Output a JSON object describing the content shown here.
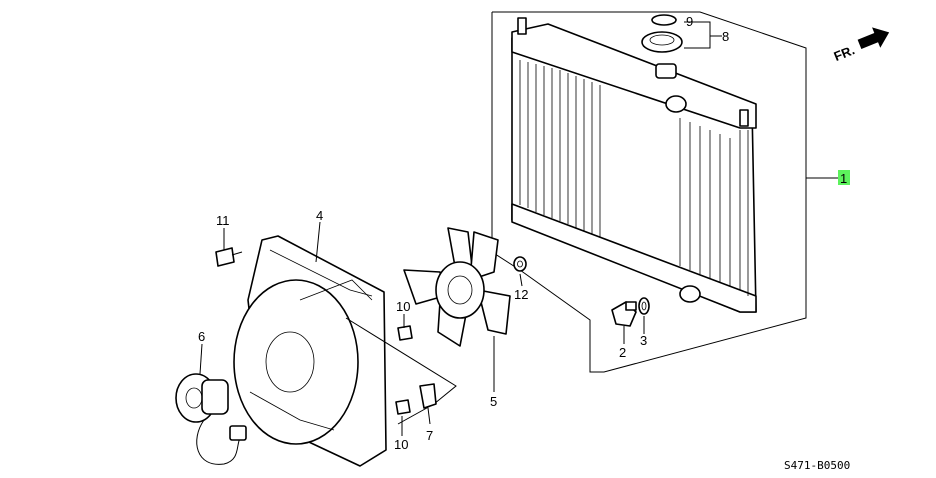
{
  "direction_indicator": {
    "label": "FR."
  },
  "diagram_code": "S471-B0500",
  "callouts": [
    {
      "id": "c1",
      "number": "1",
      "highlighted": true
    },
    {
      "id": "c2",
      "number": "2"
    },
    {
      "id": "c3",
      "number": "3"
    },
    {
      "id": "c4",
      "number": "4"
    },
    {
      "id": "c5",
      "number": "5"
    },
    {
      "id": "c6",
      "number": "6"
    },
    {
      "id": "c7",
      "number": "7"
    },
    {
      "id": "c8",
      "number": "8"
    },
    {
      "id": "c9",
      "number": "9"
    },
    {
      "id": "c10a",
      "number": "10"
    },
    {
      "id": "c10b",
      "number": "10"
    },
    {
      "id": "c11",
      "number": "11"
    },
    {
      "id": "c12",
      "number": "12"
    }
  ],
  "colors": {
    "highlight": "#5cf25c",
    "ink": "#000000",
    "background": "#ffffff"
  }
}
